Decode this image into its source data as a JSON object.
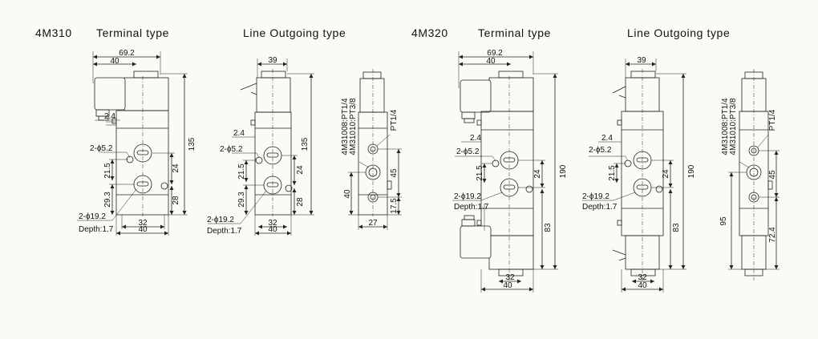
{
  "headers": {
    "m310": "4M310",
    "terminal1": "Terminal type",
    "line1": "Line Outgoing type",
    "m320": "4M320",
    "terminal2": "Terminal type",
    "line2": "Line Outgoing type"
  },
  "dims": {
    "d69_2": "69.2",
    "d40": "40",
    "d39": "39",
    "d135": "135",
    "d190": "190",
    "d2_4": "2.4",
    "hole_5_2": "2-ϕ5.2",
    "hole_19_2": "2-ϕ19.2",
    "depth": "Depth:1.7",
    "d21_5": "21.5",
    "d24": "24",
    "d29_3": "29.3",
    "d28": "28",
    "d32": "32",
    "d27": "27",
    "d45": "45",
    "d17_5": "17.5",
    "d83": "83",
    "d95": "95",
    "d72_4": "72.4",
    "pt_a": "4M31008:PT1/4",
    "pt_b": "4M31010:PT3/8",
    "pt14": "PT1/4"
  }
}
